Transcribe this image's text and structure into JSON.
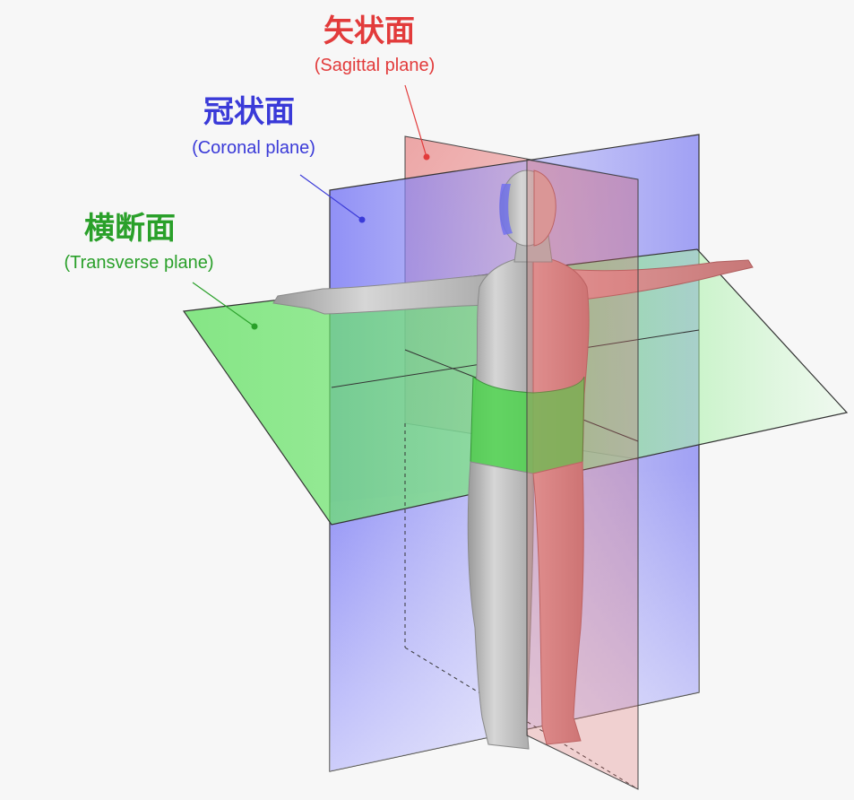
{
  "labels": {
    "sagittal": {
      "jp": "矢状面",
      "en": "(Sagittal plane)"
    },
    "coronal": {
      "jp": "冠状面",
      "en": "(Coronal plane)"
    },
    "transverse": {
      "jp": "横断面",
      "en": "(Transverse plane)"
    }
  },
  "colors": {
    "sagittal": "#e23b3b",
    "coronal": "#3a3ad8",
    "transverse": "#2aa02a",
    "background": "#f7f7f7",
    "body": "#c8c8c8"
  }
}
